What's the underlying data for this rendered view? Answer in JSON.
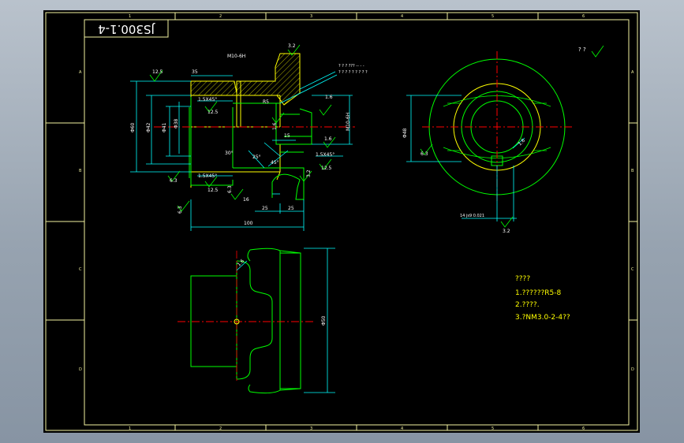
{
  "title_block": {
    "drawing_no": "JS300.1-4"
  },
  "grid_labels": {
    "columns": [
      "1",
      "2",
      "3",
      "4",
      "5",
      "6"
    ],
    "rows": [
      "A",
      "B",
      "C",
      "D"
    ]
  },
  "section_view": {
    "dims": {
      "d35": "35",
      "d100": "100",
      "d25a": "25",
      "d25b": "25",
      "d15": "15",
      "d16": "16",
      "d30deg": "30°",
      "d25deg": "25°",
      "d45deg": "45°",
      "r5": "R5",
      "dia60": "Φ60",
      "dia42": "Φ42",
      "dia41": "Φ41",
      "dia38": "Φ38",
      "thread": "M10-6H",
      "cham1": "1.5X45°",
      "cham2": "1.5X45°",
      "cham3": "1.5X45°"
    },
    "roughness": {
      "r125a": "12.5",
      "r125b": "12.5",
      "r125c": "12.5",
      "r125d": "12.5",
      "r32a": "3.2",
      "r32b": "3.2",
      "r16a": "1.6",
      "r16b": "1.6",
      "r16c": "1.6",
      "r63a": "6.3",
      "r63b": "6.3",
      "r63c": "6.3"
    },
    "leader_notes": [
      "? ? ? ??? -- - -",
      "? ? ? ? ? ? ? ? ?"
    ]
  },
  "end_view": {
    "dims": {
      "bore": "Φ48",
      "keyway": "14 js9 0.021",
      "r16": "1.6",
      "r63": "6.3",
      "r32": "3.2"
    },
    "corner_roughness": "? ?"
  },
  "bottom_view": {
    "dims": {
      "dia50": "Φ50",
      "r16": "1.6"
    }
  },
  "notes": {
    "heading": "????",
    "lines": [
      "1.??????R5-8",
      "2.????.",
      "3.?NM3.0-2-4??"
    ]
  },
  "colors": {
    "background": "#000000",
    "frame": "#f2f2a0",
    "part": "#ffff00",
    "green": "#00ff00",
    "cyan": "#00ffff",
    "red": "#ff0000",
    "white": "#ffffff"
  }
}
